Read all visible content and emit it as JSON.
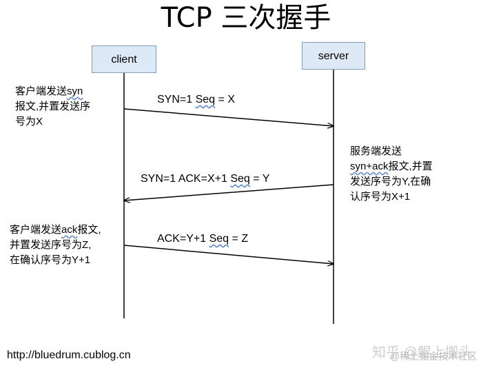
{
  "title": "TCP 三次握手",
  "client_label": "client",
  "server_label": "server",
  "messages": [
    {
      "label_a": "SYN=1  ",
      "label_seq": "Seq",
      "label_b": " = X"
    },
    {
      "label_a": "SYN=1  ACK=X+1 ",
      "label_seq": "Seq",
      "label_b": " = Y"
    },
    {
      "label_a": "ACK=Y+1 ",
      "label_seq": "Seq",
      "label_b": " = Z"
    }
  ],
  "client_note_1": {
    "a": "客户端发送",
    "wavy": "syn",
    "b": "\n报文,并置发送序\n号为X"
  },
  "server_note": {
    "a": "服务端发送\n",
    "wavy": "syn+ack",
    "b": "报文,并置\n发送序号为Y,在确\n认序号为X+1"
  },
  "client_note_2": {
    "a": "客户端发送",
    "wavy": "ack",
    "b": "报文,\n并置发送序号为Z,\n在确认序号为Y+1"
  },
  "source_url": "http://bluedrum.cublog.cn",
  "watermark": "知乎 @鲲上搬头",
  "watermark_sub": "@稀土掘金技术社区"
}
